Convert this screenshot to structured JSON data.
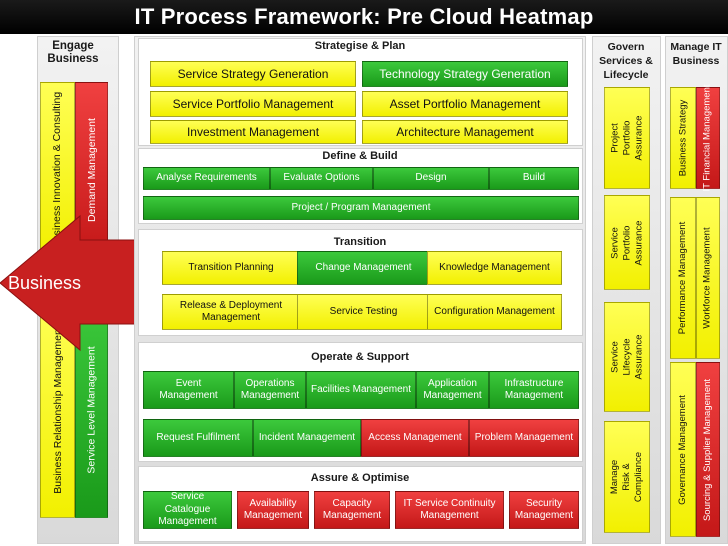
{
  "title": "IT Process Framework: Pre Cloud Heatmap",
  "colors": {
    "yellow": "#ffff33",
    "green": "#22aa22",
    "red": "#dd2222",
    "arrow": "#c82020"
  },
  "engage": {
    "label": "Engage Business",
    "bars": [
      {
        "label": "Business Innovation & Consulting",
        "color": "yellow"
      },
      {
        "label": "Demand Management",
        "color": "red"
      },
      {
        "label": "Business Relationship Management",
        "color": "yellow"
      },
      {
        "label": "Service Level Management",
        "color": "green"
      }
    ],
    "arrow_label": "Business"
  },
  "sections": {
    "strategise": {
      "label": "Strategise & Plan",
      "items": [
        {
          "label": "Service Strategy Generation",
          "color": "yellow"
        },
        {
          "label": "Technology Strategy Generation",
          "color": "green"
        },
        {
          "label": "Service Portfolio Management",
          "color": "yellow"
        },
        {
          "label": "Asset Portfolio Management",
          "color": "yellow"
        },
        {
          "label": "Investment Management",
          "color": "yellow"
        },
        {
          "label": "Architecture Management",
          "color": "yellow"
        }
      ]
    },
    "define": {
      "label": "Define & Build",
      "items": [
        {
          "label": "Analyse Requirements",
          "color": "green"
        },
        {
          "label": "Evaluate Options",
          "color": "green"
        },
        {
          "label": "Design",
          "color": "green"
        },
        {
          "label": "Build",
          "color": "green"
        },
        {
          "label": "Project / Program Management",
          "color": "green"
        }
      ]
    },
    "transition": {
      "label": "Transition",
      "items": [
        {
          "label": "Transition Planning",
          "color": "yellow"
        },
        {
          "label": "Change Management",
          "color": "green"
        },
        {
          "label": "Knowledge Management",
          "color": "yellow"
        },
        {
          "label": "Release & Deployment Management",
          "color": "yellow"
        },
        {
          "label": "Service Testing",
          "color": "yellow"
        },
        {
          "label": "Configuration Management",
          "color": "yellow"
        }
      ]
    },
    "operate": {
      "label": "Operate & Support",
      "items": [
        {
          "label": "Event Management",
          "color": "green"
        },
        {
          "label": "Operations Management",
          "color": "green"
        },
        {
          "label": "Facilities Management",
          "color": "green"
        },
        {
          "label": "Application Management",
          "color": "green"
        },
        {
          "label": "Infrastructure Management",
          "color": "green"
        },
        {
          "label": "Request Fulfilment",
          "color": "green"
        },
        {
          "label": "Incident Management",
          "color": "green"
        },
        {
          "label": "Access Management",
          "color": "red"
        },
        {
          "label": "Problem Management",
          "color": "red"
        }
      ]
    },
    "assure": {
      "label": "Assure & Optimise",
      "items": [
        {
          "label": "Service Catalogue Management",
          "color": "green"
        },
        {
          "label": "Availability Management",
          "color": "red"
        },
        {
          "label": "Capacity Management",
          "color": "red"
        },
        {
          "label": "IT Service Continuity Management",
          "color": "red"
        },
        {
          "label": "Security Management",
          "color": "red"
        }
      ]
    }
  },
  "govern": {
    "label": "Govern Services & Lifecycle",
    "bars": [
      {
        "label": "Project Portfolio Assurance",
        "color": "yellow"
      },
      {
        "label": "Service Portfolio Assurance",
        "color": "yellow"
      },
      {
        "label": "Service Lifecycle Assurance",
        "color": "yellow"
      },
      {
        "label": "Manage Risk & Compliance",
        "color": "yellow"
      }
    ]
  },
  "manage": {
    "label": "Manage IT Business",
    "bars": [
      {
        "label": "Business Strategy",
        "color": "yellow"
      },
      {
        "label": "IT Financial Management",
        "color": "red"
      },
      {
        "label": "Performance Management",
        "color": "yellow"
      },
      {
        "label": "Workforce Management",
        "color": "yellow"
      },
      {
        "label": "Governance Management",
        "color": "yellow"
      },
      {
        "label": "Sourcing & Supplier Management",
        "color": "red"
      }
    ]
  }
}
